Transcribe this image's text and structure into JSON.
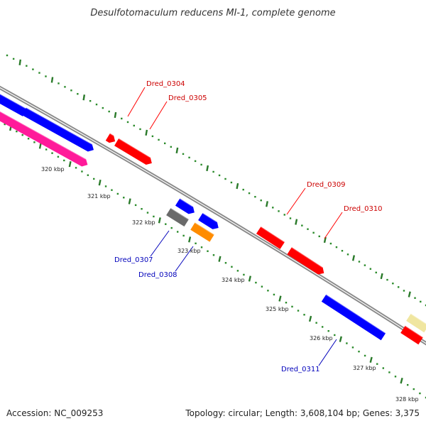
{
  "title": "Desulfotomaculum reducens MI-1, complete genome",
  "footer": {
    "accession": "Accession: NC_009253",
    "summary": "Topology: circular; Length: 3,608,104 bp; Genes: 3,375"
  },
  "colors": {
    "backbone": "#8a8a8a",
    "tick_dot": "#2a8a2a",
    "tick_major": "#2a7a2a",
    "forward_gene": "#ff0000",
    "reverse_gene": "#0000ff",
    "pink_gene": "#ff1a9a",
    "orange_gene": "#ff8c00",
    "gray_gene": "#6a6a6a",
    "khaki_gene": "#f0e6a0",
    "label_forward": "#cc0000",
    "label_reverse": "#0000bb"
  },
  "tick_labels": [
    "320 kbp",
    "321 kbp",
    "322 kbp",
    "323 kbp",
    "324 kbp",
    "325 kbp",
    "326 kbp",
    "327 kbp",
    "328 kbp"
  ],
  "gene_labels": [
    "Dred_0304",
    "Dred_0305",
    "Dred_0307",
    "Dred_0308",
    "Dred_0309",
    "Dred_0310",
    "Dred_0311"
  ]
}
